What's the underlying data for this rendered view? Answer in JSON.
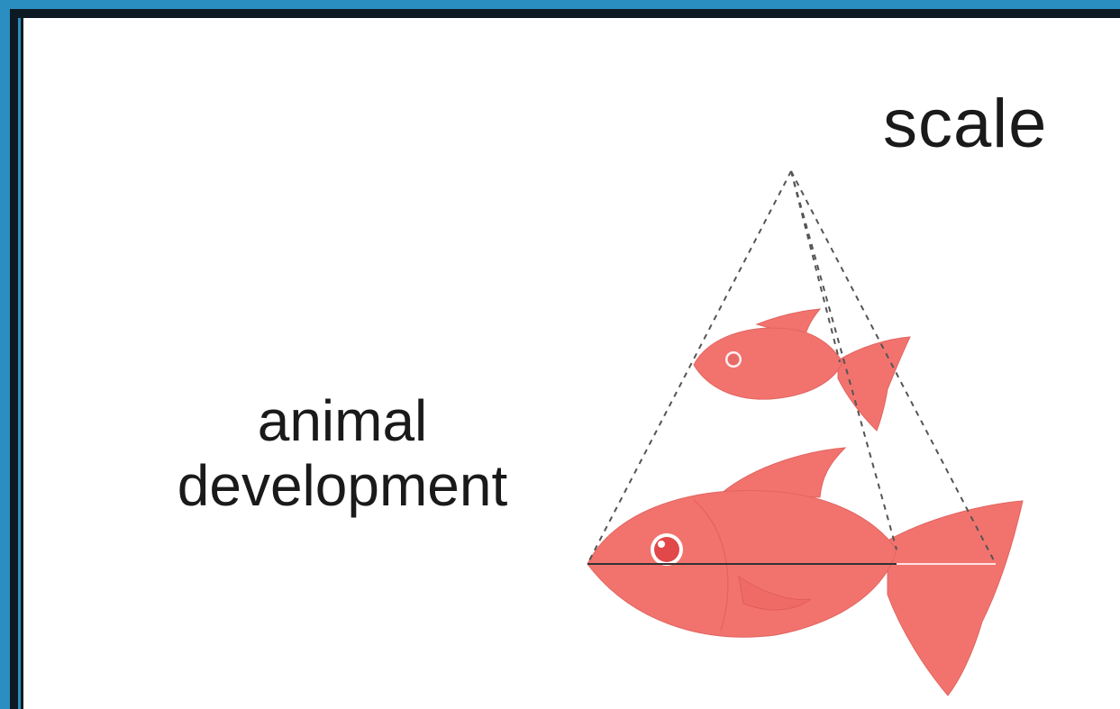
{
  "labels": {
    "scale": "scale",
    "animal_line1": "animal",
    "animal_line2": "development"
  },
  "colors": {
    "fish_fill": "#f2736e",
    "fish_fill_light": "#f58a84",
    "fish_outline": "#d95a55",
    "eye_highlight": "#ffffff",
    "dashed_line": "#555555",
    "frame_blue": "#2a8ec0"
  },
  "figure": {
    "shapes": [
      "small-fish",
      "large-fish"
    ],
    "projection": "dashed-lines"
  }
}
